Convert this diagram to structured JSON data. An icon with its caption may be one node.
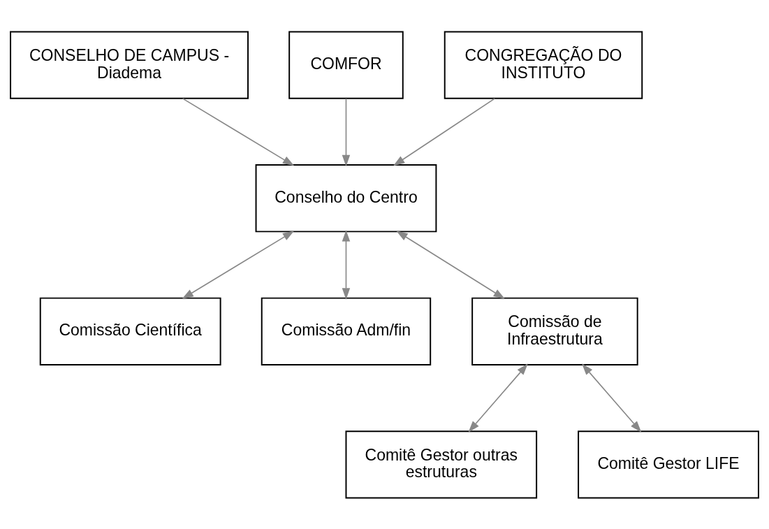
{
  "diagram": {
    "nodes": [
      {
        "text": [
          "CONSELHO DE CAMPUS - Diadema"
        ]
      },
      {
        "text": [
          "COMFOR"
        ]
      },
      {
        "text": [
          "CONGREGAÇÃO DO INSTITUTO"
        ]
      },
      {
        "text": [
          "Conselho do Centro"
        ]
      },
      {
        "text": [
          "Comissão Científica"
        ]
      },
      {
        "text": [
          "Comissão Adm/fin"
        ]
      },
      {
        "text": [
          "Comissão de Infraestrutura"
        ]
      },
      {
        "text": [
          "Comitê Gestor outras estruturas"
        ]
      },
      {
        "text": [
          "Comitê Gestor LIFE"
        ]
      }
    ],
    "edges": [
      {
        "from": 0,
        "to": 3,
        "arrow": "to"
      },
      {
        "from": 1,
        "to": 3,
        "arrow": "to"
      },
      {
        "from": 2,
        "to": 3,
        "arrow": "to"
      },
      {
        "from": 3,
        "to": 4,
        "arrow": "both"
      },
      {
        "from": 3,
        "to": 5,
        "arrow": "both"
      },
      {
        "from": 3,
        "to": 6,
        "arrow": "both"
      },
      {
        "from": 6,
        "to": 7,
        "arrow": "both"
      },
      {
        "from": 6,
        "to": 8,
        "arrow": "both"
      }
    ]
  }
}
